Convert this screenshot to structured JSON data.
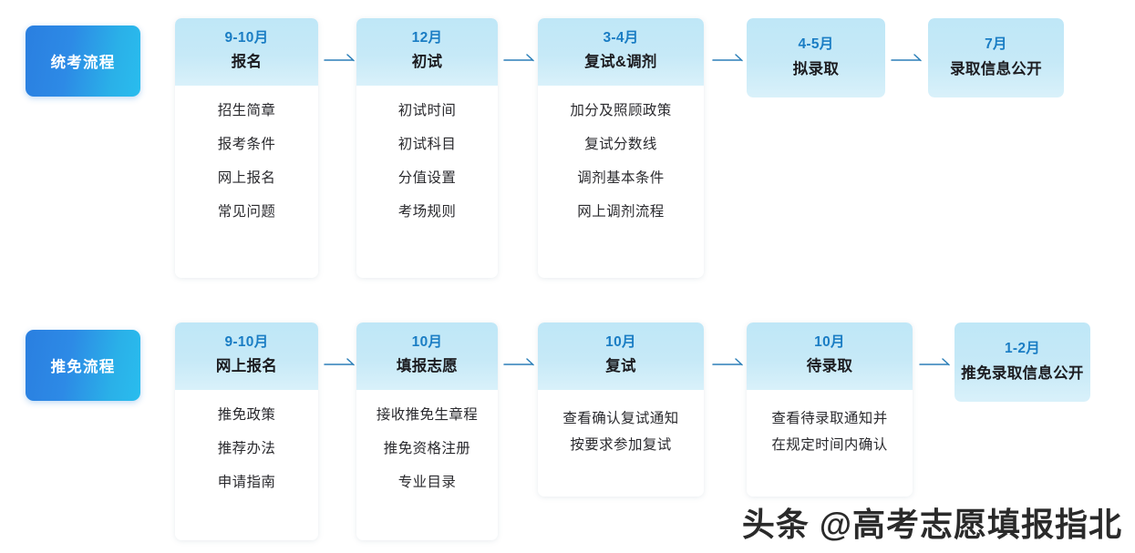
{
  "colors": {
    "badge_gradient_start": "#2a7fe0",
    "badge_gradient_end": "#29bdee",
    "card_header_gradient_start": "#bfe7f7",
    "card_header_gradient_end": "#d9f1fa",
    "month_text": "#1a7dc4",
    "title_text": "#1c1c20",
    "body_text": "#2a2a2e",
    "arrow": "#2b7fb8",
    "page_background": "#ffffff"
  },
  "watermark": {
    "text": "头条 @高考志愿填报指北"
  },
  "rows": [
    {
      "badge_label": "统考流程",
      "cards": [
        {
          "month": "9-10月",
          "title": "报名",
          "items": [
            "招生简章",
            "报考条件",
            "网上报名",
            "常见问题"
          ]
        },
        {
          "month": "12月",
          "title": "初试",
          "items": [
            "初试时间",
            "初试科目",
            "分值设置",
            "考场规则"
          ]
        },
        {
          "month": "3-4月",
          "title": "复试&调剂",
          "items": [
            "加分及照顾政策",
            "复试分数线",
            "调剂基本条件",
            "网上调剂流程"
          ]
        },
        {
          "month": "4-5月",
          "title": "拟录取",
          "items": []
        },
        {
          "month": "7月",
          "title": "录取信息公开",
          "items": []
        }
      ]
    },
    {
      "badge_label": "推免流程",
      "cards": [
        {
          "month": "9-10月",
          "title": "网上报名",
          "items": [
            "推免政策",
            "推荐办法",
            "申请指南"
          ]
        },
        {
          "month": "10月",
          "title": "填报志愿",
          "items": [
            "接收推免生章程",
            "推免资格注册",
            "专业目录"
          ]
        },
        {
          "month": "10月",
          "title": "复试",
          "items": [
            "查看确认复试通知",
            "按要求参加复试"
          ]
        },
        {
          "month": "10月",
          "title": "待录取",
          "items": [
            "查看待录取通知并",
            "在规定时间内确认"
          ]
        },
        {
          "month": "1-2月",
          "title": "推免录取信息公开",
          "items": []
        }
      ]
    }
  ],
  "arrows": {
    "glyph": "arrow-right"
  }
}
